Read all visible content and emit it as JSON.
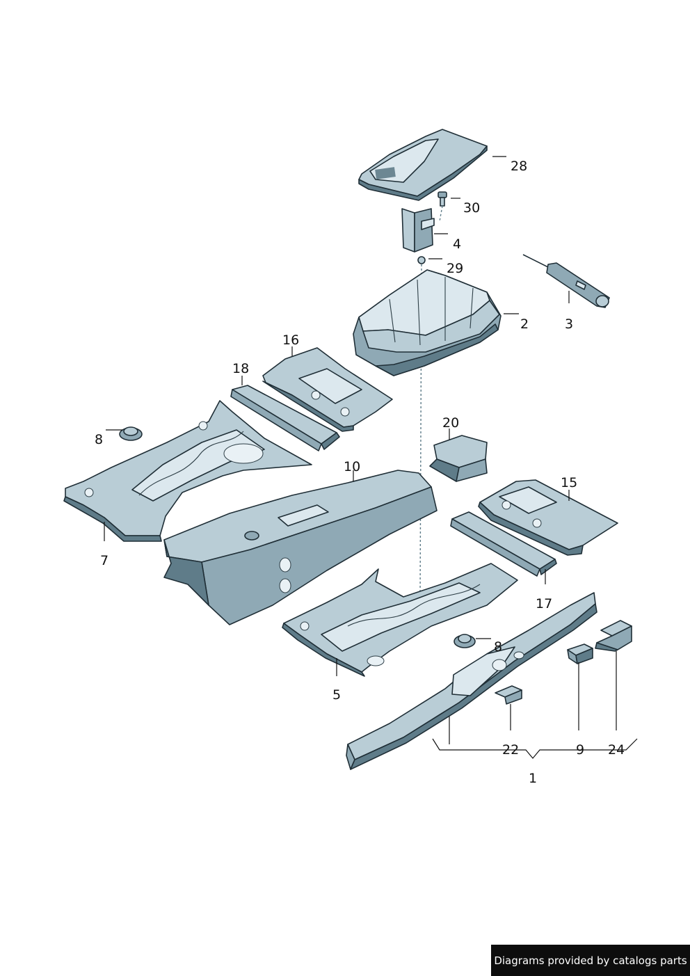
{
  "callouts": [
    "28",
    "30",
    "4",
    "29",
    "2",
    "3",
    "16",
    "18",
    "20",
    "8",
    "10",
    "15",
    "7",
    "17",
    "8",
    "5",
    "22",
    "9",
    "24",
    "1"
  ],
  "footer": {
    "text": "Diagrams provided by catalogs parts"
  },
  "colors": {
    "part_fill": "#b9cdd6",
    "part_shadow": "#5f7c89",
    "outline": "#1f2e36",
    "badge_bg": "#0d0d0d"
  }
}
